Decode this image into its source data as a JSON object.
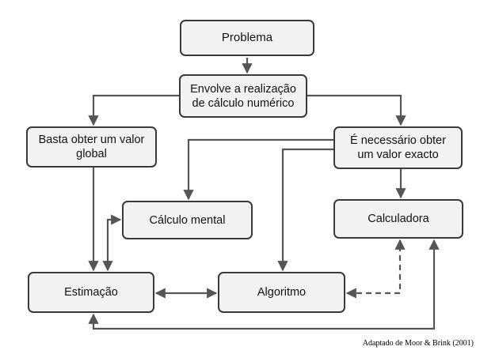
{
  "nodes": {
    "problema": "Problema",
    "envolve_line1": "Envolve a realização",
    "envolve_line2": "de cálculo numérico",
    "basta_line1": "Basta obter um valor",
    "basta_line2": "global",
    "necessario_line1": "É necessário obter",
    "necessario_line2": "um valor exacto",
    "calculo_mental": "Cálculo mental",
    "calculadora": "Calculadora",
    "estimacao": "Estimação",
    "algoritmo": "Algoritmo"
  },
  "credit": "Adaptado de Moor & Brink (2001)",
  "colors": {
    "node_fill": "#f2f2f2",
    "node_border": "#3a3a3a",
    "edge": "#555555"
  }
}
